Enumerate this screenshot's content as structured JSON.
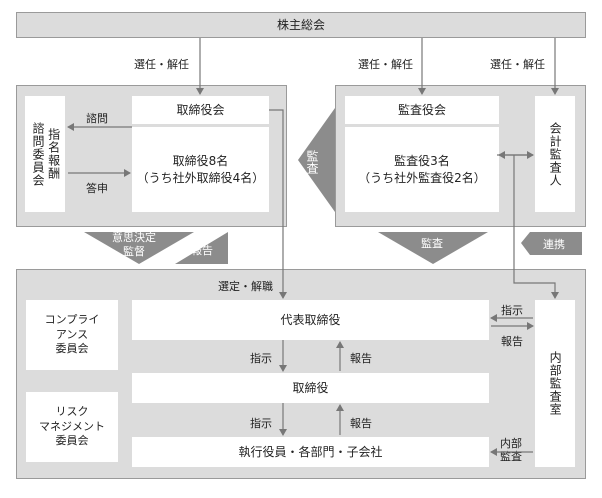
{
  "nodes": {
    "shareholders_meeting": "株主総会",
    "board_title": "取締役会",
    "board_body": "取締役8名\n（うち社外取締役4名）",
    "nomination_committee": "指名報酬\n諮問委員会",
    "audit_board_title": "監査役会",
    "audit_board_body": "監査役3名\n（うち社外監査役2名）",
    "accounting_auditor": "会計監査人",
    "compliance_committee": "コンプライ\nアンス\n委員会",
    "risk_committee": "リスク\nマネジメント\n委員会",
    "representative_director": "代表取締役",
    "directors": "取締役",
    "executives": "執行役員・各部門・子会社",
    "internal_audit": "内部監査室"
  },
  "labels": {
    "elect_board": "選任・解任",
    "elect_audit": "選任・解任",
    "elect_accountant": "選任・解任",
    "consult": "諮問",
    "report_back": "答申",
    "audit_side": "監査",
    "decision_supervision": "意思決定\n監督",
    "report_up": "報告",
    "audit_down": "監査",
    "cooperation": "連携",
    "select_dismiss": "選定・解職",
    "instruct_1": "指示",
    "report_1": "報告",
    "instruct_2": "指示",
    "report_2": "報告",
    "internal_instruct": "指示",
    "internal_report": "報告",
    "internal_audit_label": "内部\n監査"
  }
}
